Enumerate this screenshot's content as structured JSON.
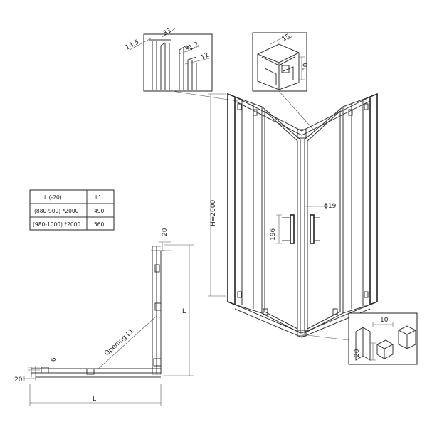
{
  "table": {
    "header": [
      "L (-20)",
      "L1"
    ],
    "rows": [
      [
        "(880-900) *2000",
        "490"
      ],
      [
        "(980-1000) *2000",
        "560"
      ]
    ]
  },
  "dims": {
    "profile_a": "14.5",
    "profile_b": "33",
    "profile_c": "31.2",
    "profile_d": "12",
    "rail_width": "15",
    "rail_height": "30",
    "height": "H=2000",
    "handle_dia": "ϕ19",
    "handle_len": "196",
    "corner_w": "10",
    "corner_h": "20",
    "plan_top": "20",
    "plan_left": "20",
    "plan_gap": "6",
    "opening": "Opening L1",
    "plan_L_vertical": "L",
    "plan_L_horizontal": "L"
  }
}
